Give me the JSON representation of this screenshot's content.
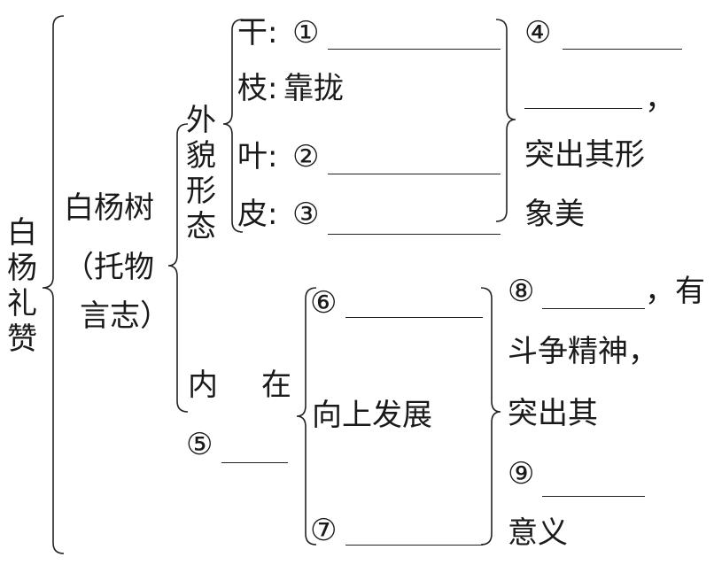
{
  "title": "白杨礼赞",
  "subject": {
    "name": "白杨树",
    "note_line1": "（托物",
    "note_line2": "言志）"
  },
  "appearance": {
    "label": "外貌形态",
    "rows": [
      {
        "part": "干:",
        "marker": "①"
      },
      {
        "part": "枝:",
        "text": "靠拢"
      },
      {
        "part": "叶:",
        "marker": "②"
      },
      {
        "part": "皮:",
        "marker": "③"
      }
    ],
    "summary": {
      "marker": "④",
      "comma": "，",
      "line3": "突出其形",
      "line4": "象美"
    }
  },
  "inner": {
    "label_a": "内",
    "label_b": "在",
    "marker5": "⑤",
    "marker6": "⑥",
    "middle": "向上发展",
    "marker7": "⑦",
    "summary": {
      "marker8": "⑧",
      "tail8": "，有",
      "line2": "斗争精神，",
      "line3": "突出其",
      "marker9": "⑨",
      "line5": "意义"
    }
  }
}
